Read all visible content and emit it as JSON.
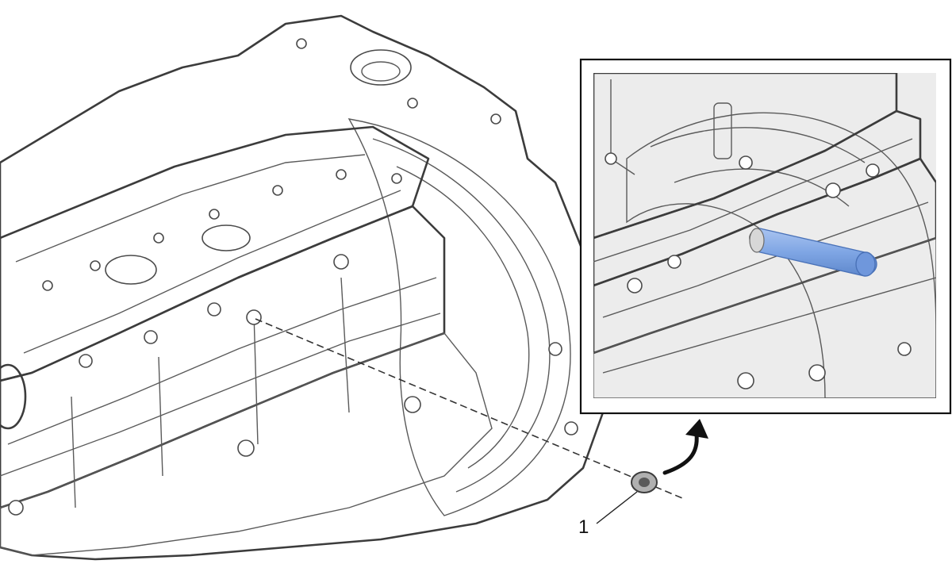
{
  "diagram": {
    "callouts": [
      {
        "label": "1",
        "part": "seal"
      }
    ],
    "detail_view": {
      "tool": "seal-installer",
      "tool_color": "#7fa6e4"
    },
    "colors": {
      "housing_light": "#f3f3f3",
      "housing_mid": "#d6d6d6",
      "housing_dark": "#a9a9a9",
      "outline": "#3c3c3c",
      "seal": "#b0b0b0"
    }
  }
}
